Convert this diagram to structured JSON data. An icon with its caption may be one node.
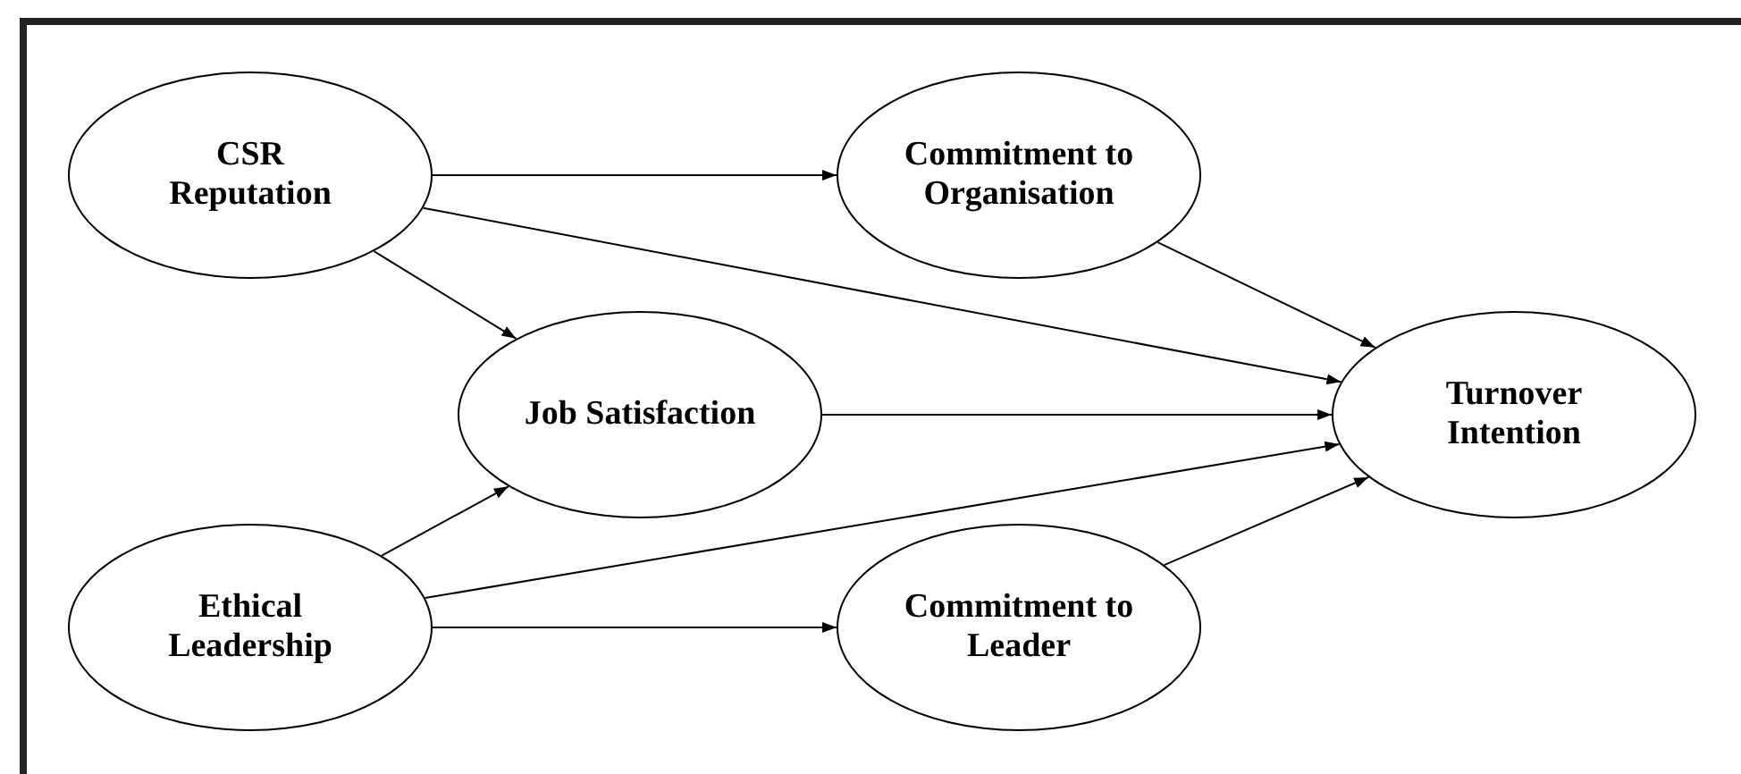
{
  "diagram": {
    "nodes": [
      {
        "text": [
          "CSR Reputation"
        ]
      },
      {
        "text": [
          "Commitment to Organisation"
        ]
      },
      {
        "text": [
          "Job Satisfaction"
        ]
      },
      {
        "text": [
          "Turnover Intention"
        ]
      },
      {
        "text": [
          "Ethical Leadership"
        ]
      },
      {
        "text": [
          "Commitment to Leader"
        ]
      }
    ],
    "edges": [
      {
        "from": 0,
        "to": 1,
        "arrow": "to"
      },
      {
        "from": 0,
        "to": 2,
        "arrow": "to"
      },
      {
        "from": 0,
        "to": 3,
        "arrow": "to"
      },
      {
        "from": 1,
        "to": 3,
        "arrow": "to"
      },
      {
        "from": 2,
        "to": 3,
        "arrow": "to"
      },
      {
        "from": 4,
        "to": 2,
        "arrow": "to"
      },
      {
        "from": 4,
        "to": 3,
        "arrow": "to"
      },
      {
        "from": 4,
        "to": 5,
        "arrow": "to"
      },
      {
        "from": 5,
        "to": 3,
        "arrow": "to"
      }
    ]
  }
}
